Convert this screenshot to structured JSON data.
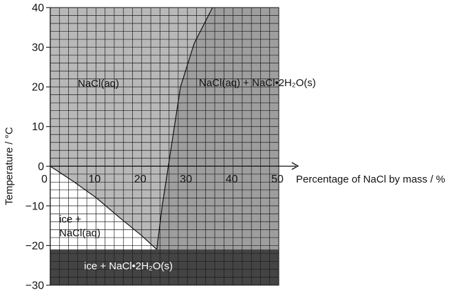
{
  "chart_data": {
    "type": "area",
    "title": "",
    "xlabel": "Percentage of NaCl by mass / %",
    "ylabel": "Temperature / °C",
    "xlim": [
      0,
      50
    ],
    "ylim": [
      -30,
      40
    ],
    "x_ticks": [
      {
        "value": 0,
        "label": "0"
      },
      {
        "value": 10,
        "label": "10"
      },
      {
        "value": 20,
        "label": "20"
      },
      {
        "value": 30,
        "label": "30"
      },
      {
        "value": 40,
        "label": "40"
      },
      {
        "value": 50,
        "label": "50"
      }
    ],
    "y_ticks": [
      {
        "value": 40,
        "label": "40"
      },
      {
        "value": 30,
        "label": "30"
      },
      {
        "value": 20,
        "label": "20"
      },
      {
        "value": 10,
        "label": "10"
      },
      {
        "value": 0,
        "label": "0"
      },
      {
        "value": -10,
        "label": "−10"
      },
      {
        "value": -20,
        "label": "−20"
      },
      {
        "value": -30,
        "label": "−30"
      }
    ],
    "grid": {
      "shown": true,
      "x_step": 2,
      "y_step": 2
    },
    "boundaries": [
      {
        "name": "ice + NaCl(aq) / NaCl(aq) boundary",
        "x": [
          0,
          5,
          10,
          15,
          20,
          23.3
        ],
        "y": [
          0,
          -3.8,
          -7.9,
          -12.8,
          -17.5,
          -21
        ]
      },
      {
        "name": "NaCl(aq) / NaCl·2H2O(s) boundary",
        "x": [
          23.3,
          24.5,
          26.5,
          28.5,
          31.5,
          35.5
        ],
        "y": [
          -21,
          -10,
          5,
          20,
          31,
          40
        ]
      }
    ],
    "eutectic_temperature": -21,
    "regions": [
      {
        "name": "ice-solution",
        "label_lines": [
          "ice +",
          "NaCl(aq)"
        ],
        "color": "#ffffff"
      },
      {
        "name": "solution",
        "label": "NaCl(aq)",
        "color": "#b8b8b8"
      },
      {
        "name": "solution-dihydrate",
        "label": "NaCl(aq) + NaCl•2H₂O(s)",
        "color": "#9e9e9e"
      },
      {
        "name": "ice-dihydrate",
        "label": "ice + NaCl•2H₂O(s)",
        "color": "#444444"
      }
    ]
  }
}
